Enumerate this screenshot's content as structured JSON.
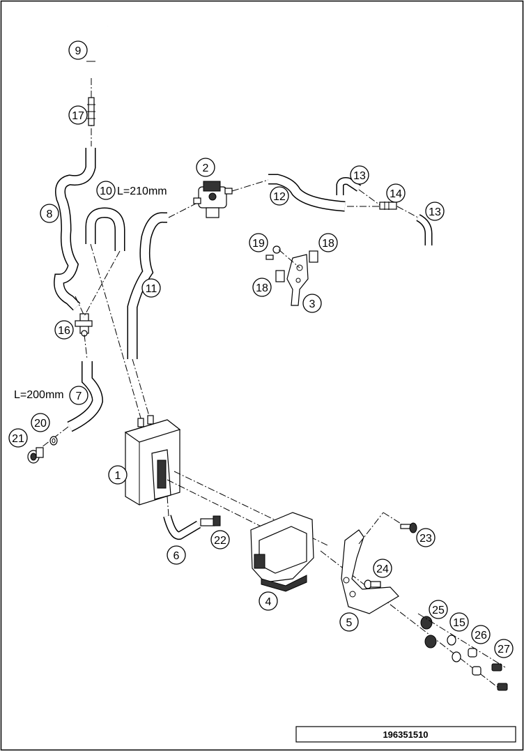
{
  "diagram": {
    "reference_number": "196351510",
    "notes": {
      "n10": "L=210mm",
      "n7": "L=200mm"
    },
    "callouts": [
      {
        "id": "c9",
        "label": "9"
      },
      {
        "id": "c17",
        "label": "17"
      },
      {
        "id": "c2",
        "label": "2"
      },
      {
        "id": "c10",
        "label": "10"
      },
      {
        "id": "c13a",
        "label": "13"
      },
      {
        "id": "c12",
        "label": "12"
      },
      {
        "id": "c14",
        "label": "14"
      },
      {
        "id": "c13b",
        "label": "13"
      },
      {
        "id": "c8",
        "label": "8"
      },
      {
        "id": "c19",
        "label": "19"
      },
      {
        "id": "c18a",
        "label": "18"
      },
      {
        "id": "c11",
        "label": "11"
      },
      {
        "id": "c18b",
        "label": "18"
      },
      {
        "id": "c3",
        "label": "3"
      },
      {
        "id": "c16",
        "label": "16"
      },
      {
        "id": "c7",
        "label": "7"
      },
      {
        "id": "c20",
        "label": "20"
      },
      {
        "id": "c21",
        "label": "21"
      },
      {
        "id": "c1",
        "label": "1"
      },
      {
        "id": "c23",
        "label": "23"
      },
      {
        "id": "c22",
        "label": "22"
      },
      {
        "id": "c6",
        "label": "6"
      },
      {
        "id": "c24",
        "label": "24"
      },
      {
        "id": "c4",
        "label": "4"
      },
      {
        "id": "c25",
        "label": "25"
      },
      {
        "id": "c15",
        "label": "15"
      },
      {
        "id": "c5",
        "label": "5"
      },
      {
        "id": "c26",
        "label": "26"
      },
      {
        "id": "c27",
        "label": "27"
      }
    ]
  }
}
